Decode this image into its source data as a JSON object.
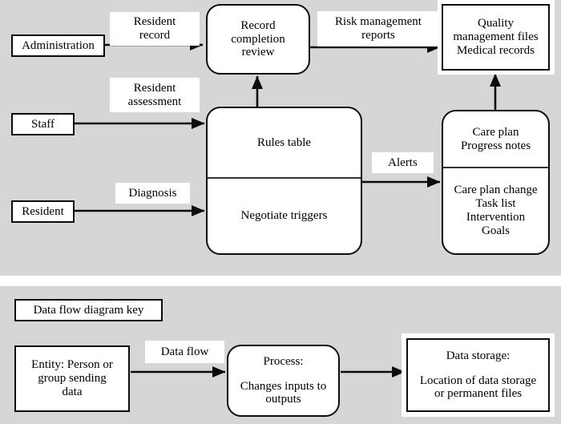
{
  "diagram": {
    "background_panel_color": "#d6d6d6",
    "line_color": "#0c0c0c",
    "box_fill": "#ffffff",
    "main": {
      "entities": [
        {
          "name": "administration",
          "label": "Administration"
        },
        {
          "name": "staff",
          "label": "Staff"
        },
        {
          "name": "resident",
          "label": "Resident"
        }
      ],
      "processes": [
        {
          "name": "record-completion-review",
          "label": "Record\ncompletion\nreview",
          "lines": [
            "Record",
            "completion",
            "review"
          ]
        },
        {
          "name": "rules-negotiate",
          "top_label": "Rules table",
          "bottom_label": "Negotiate triggers"
        }
      ],
      "stores": [
        {
          "name": "quality-management-files",
          "lines": [
            "Quality",
            "management files",
            "Medical records"
          ]
        },
        {
          "name": "care-plan-store",
          "top_lines": [
            "Care plan",
            "Progress notes"
          ],
          "bottom_lines": [
            "Care plan change",
            "Task list",
            "Intervention",
            "Goals"
          ]
        }
      ],
      "flows": [
        {
          "name": "resident-record",
          "lines": [
            "Resident",
            "record"
          ]
        },
        {
          "name": "risk-management-reports",
          "lines": [
            "Risk management",
            "reports"
          ]
        },
        {
          "name": "resident-assessment",
          "lines": [
            "Resident",
            "assessment"
          ]
        },
        {
          "name": "diagnosis",
          "lines": [
            "Diagnosis"
          ]
        },
        {
          "name": "alerts",
          "lines": [
            "Alerts"
          ]
        }
      ]
    },
    "key": {
      "title": "Data flow diagram key",
      "entity": {
        "name": "key-entity",
        "lines": [
          "Entity: Person or",
          "group sending",
          "data"
        ]
      },
      "flow": {
        "name": "key-data-flow",
        "label": "Data flow"
      },
      "process": {
        "name": "key-process",
        "title_line": "Process:",
        "body_lines": [
          "Changes inputs to",
          "outputs"
        ]
      },
      "store": {
        "name": "key-data-storage",
        "title_line": "Data storage:",
        "body_lines": [
          "Location of data storage",
          "or permanent files"
        ]
      }
    }
  }
}
